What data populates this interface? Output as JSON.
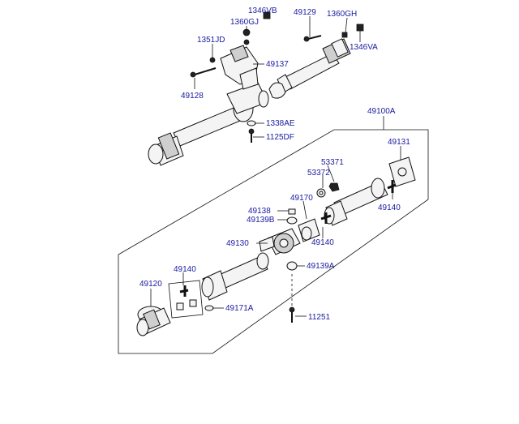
{
  "labels": {
    "p1346VB": "1346VB",
    "p1360GJ": "1360GJ",
    "p1351JD": "1351JD",
    "p49129": "49129",
    "p1360GH": "1360GH",
    "p1346VA": "1346VA",
    "p49137": "49137",
    "p49128": "49128",
    "p1338AE": "1338AE",
    "p1125DF": "1125DF",
    "p49100A": "49100A",
    "p49131": "49131",
    "p53371": "53371",
    "p53372": "53372",
    "p49170": "49170",
    "p49140a": "49140",
    "p49138": "49138",
    "p49139B": "49139B",
    "p49140b": "49140",
    "p49130": "49130",
    "p49139A": "49139A",
    "p49140c": "49140",
    "p49120": "49120",
    "p49171A": "49171A",
    "p11251": "11251"
  }
}
